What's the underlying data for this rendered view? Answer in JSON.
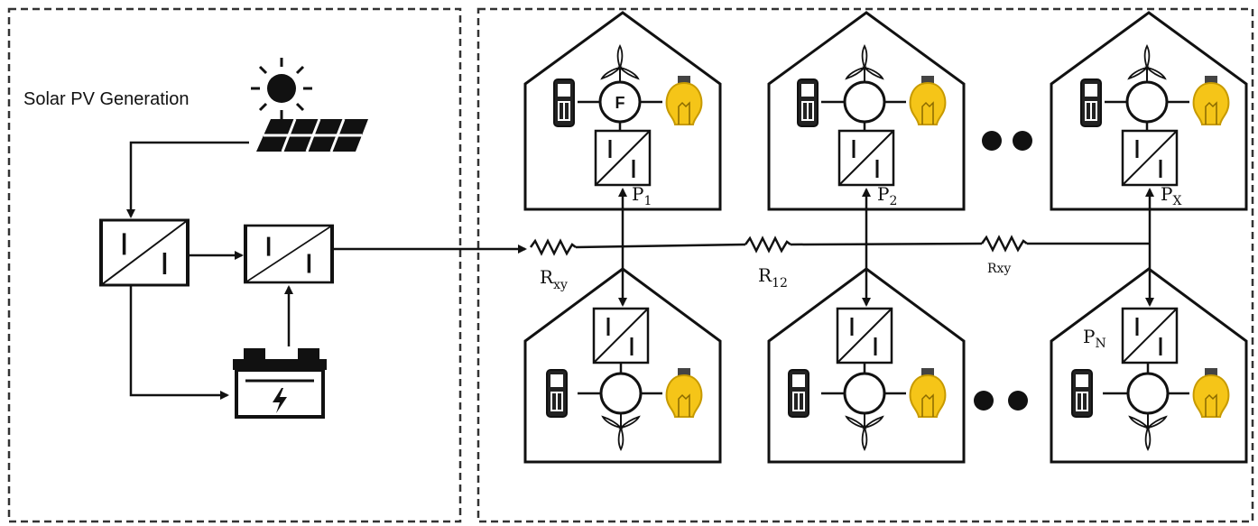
{
  "left_panel": {
    "solar_label": "Solar PV Generation"
  },
  "microgrid": {
    "houses_top": [
      {
        "power_label": "P",
        "power_sub": "1",
        "generator_letter": "F"
      },
      {
        "power_label": "P",
        "power_sub": "2",
        "generator_letter": ""
      },
      {
        "power_label": "P",
        "power_sub": "X",
        "generator_letter": ""
      }
    ],
    "houses_bottom": [
      {
        "power_label": "",
        "power_sub": ""
      },
      {
        "power_label": "",
        "power_sub": ""
      },
      {
        "power_label": "P",
        "power_sub": "N"
      }
    ],
    "resistors": [
      {
        "label": "R",
        "sub": "xy"
      },
      {
        "label": "R",
        "sub": "12"
      },
      {
        "label": "Rxy",
        "sub": ""
      }
    ]
  },
  "colors": {
    "bulb": "#f5c518",
    "line": "#111111",
    "border_dash": "#333333"
  }
}
